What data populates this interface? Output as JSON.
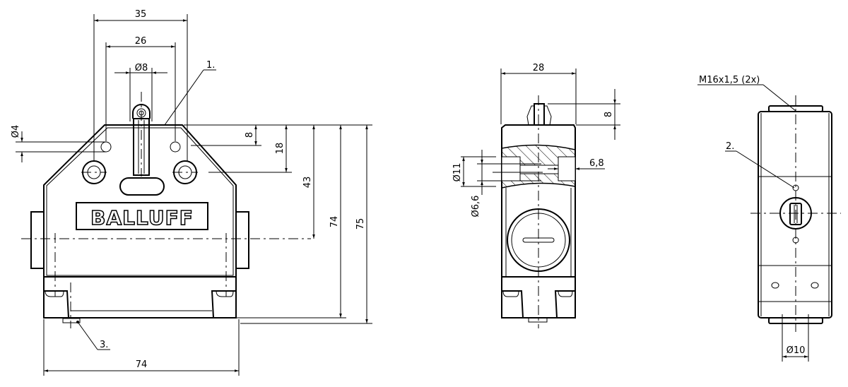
{
  "drawing": {
    "brand": "BALLUFF",
    "front_view": {
      "dims": {
        "width_top_outer": "35",
        "width_top_inner": "26",
        "roller_diameter": "Ø8",
        "hole_diameter": "Ø4",
        "height_8": "8",
        "height_18": "18",
        "height_43": "43",
        "height_74": "74",
        "height_75": "75",
        "width_bottom": "74"
      },
      "callouts": {
        "c1": "1.",
        "c3": "3."
      }
    },
    "side_view": {
      "dims": {
        "width": "28",
        "plunger_height": "8",
        "bore_outer": "Ø11",
        "bore_inner": "Ø6,6",
        "bore_depth": "6,8"
      }
    },
    "end_view": {
      "thread_label": "M16x1,5 (2x)",
      "callout_2": "2.",
      "dia_bottom": "Ø10"
    }
  }
}
